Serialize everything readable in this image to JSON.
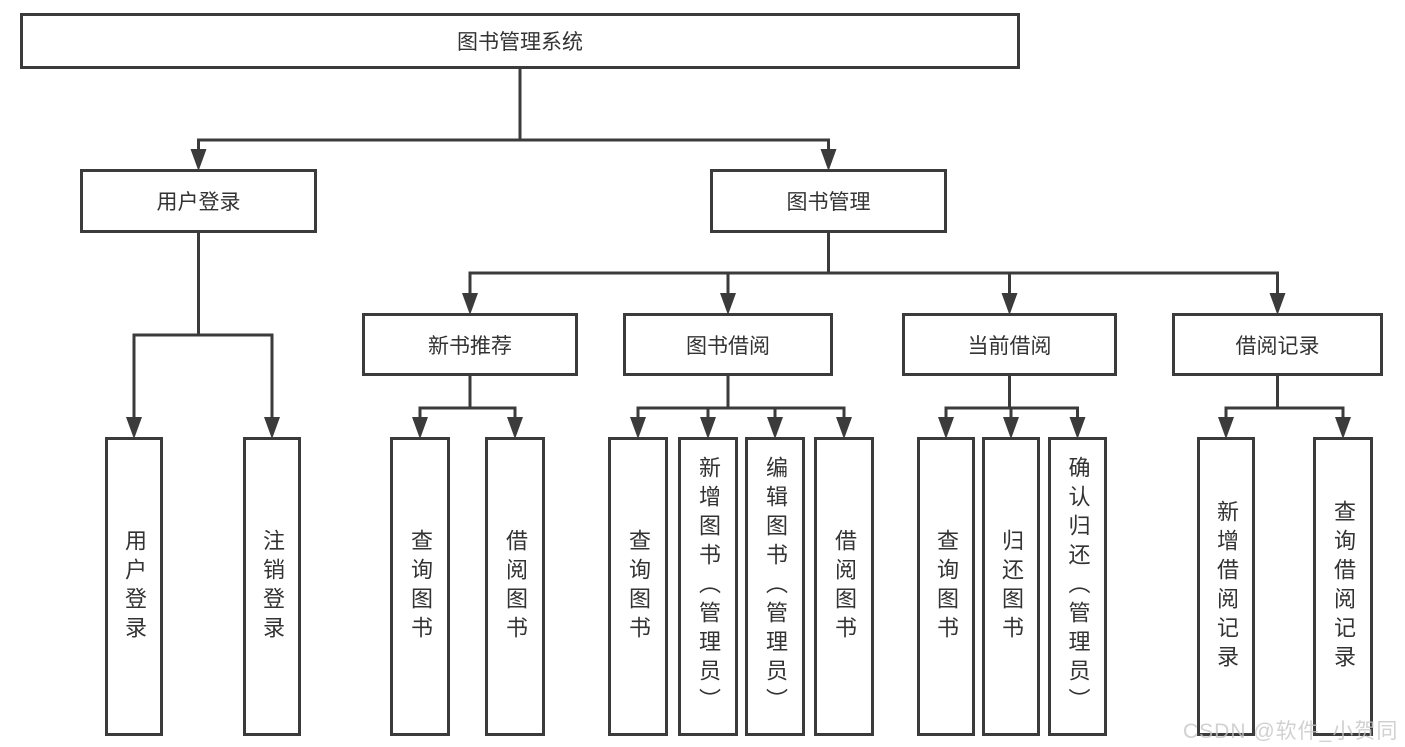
{
  "nodes": [
    {
      "id": "root",
      "label": "图书管理系统",
      "parent": null,
      "vertical": false
    },
    {
      "id": "user-login",
      "label": "用户登录",
      "parent": "root",
      "vertical": false
    },
    {
      "id": "book-mgmt",
      "label": "图书管理",
      "parent": "root",
      "vertical": false
    },
    {
      "id": "new-book-rec",
      "label": "新书推荐",
      "parent": "book-mgmt",
      "vertical": false
    },
    {
      "id": "book-borrow",
      "label": "图书借阅",
      "parent": "book-mgmt",
      "vertical": false
    },
    {
      "id": "current-borrow",
      "label": "当前借阅",
      "parent": "book-mgmt",
      "vertical": false
    },
    {
      "id": "borrow-records",
      "label": "借阅记录",
      "parent": "book-mgmt",
      "vertical": false
    },
    {
      "id": "leaf-user-login",
      "label": "用户登录",
      "parent": "user-login",
      "vertical": true
    },
    {
      "id": "leaf-logout",
      "label": "注销登录",
      "parent": "user-login",
      "vertical": true
    },
    {
      "id": "leaf-query-book-1",
      "label": "查询图书",
      "parent": "new-book-rec",
      "vertical": true
    },
    {
      "id": "leaf-borrow-book-1",
      "label": "借阅图书",
      "parent": "new-book-rec",
      "vertical": true
    },
    {
      "id": "leaf-query-book-2",
      "label": "查询图书",
      "parent": "book-borrow",
      "vertical": true
    },
    {
      "id": "leaf-add-book",
      "label": "新增图书（管理员）",
      "parent": "book-borrow",
      "vertical": true
    },
    {
      "id": "leaf-edit-book",
      "label": "编辑图书（管理员）",
      "parent": "book-borrow",
      "vertical": true
    },
    {
      "id": "leaf-borrow-book-2",
      "label": "借阅图书",
      "parent": "book-borrow",
      "vertical": true
    },
    {
      "id": "leaf-query-book-3",
      "label": "查询图书",
      "parent": "current-borrow",
      "vertical": true
    },
    {
      "id": "leaf-return-book",
      "label": "归还图书",
      "parent": "current-borrow",
      "vertical": true
    },
    {
      "id": "leaf-confirm-return",
      "label": "确认归还（管理员）",
      "parent": "current-borrow",
      "vertical": true
    },
    {
      "id": "leaf-add-borrow-record",
      "label": "新增借阅记录",
      "parent": "borrow-records",
      "vertical": true
    },
    {
      "id": "leaf-query-borrow-record",
      "label": "查询借阅记录",
      "parent": "borrow-records",
      "vertical": true
    }
  ],
  "watermark": {
    "text": "CSDN @软件_小贺同学"
  },
  "colors": {
    "line": "#3b3b3b",
    "text": "#333333",
    "box_background": "#ffffff",
    "watermark": "rgba(197,197,197,0.8)"
  }
}
